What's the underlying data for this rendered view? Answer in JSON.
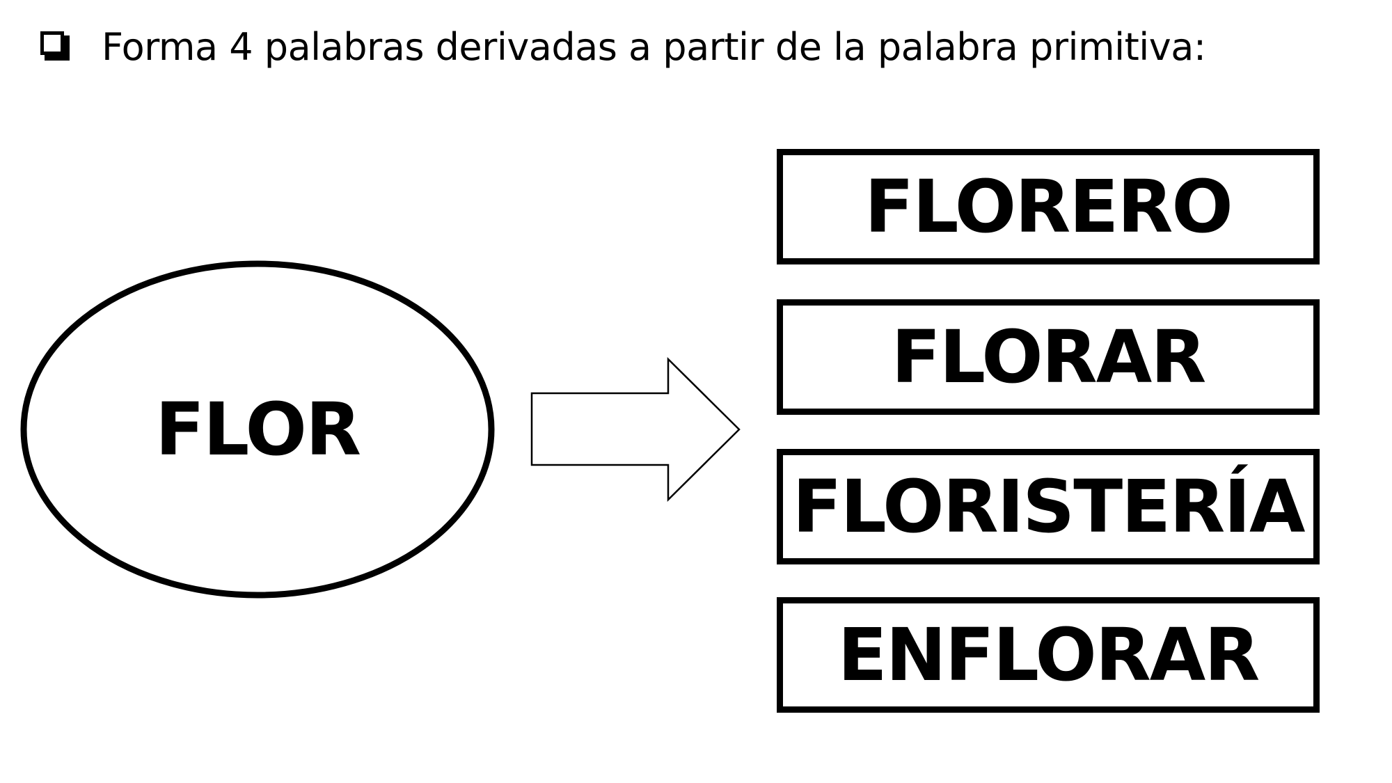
{
  "instruction": {
    "icon": "checkbox-icon",
    "text": "Forma 4 palabras derivadas a partir de la palabra primitiva:"
  },
  "primitive_word": "FLOR",
  "arrow_icon": "right-arrow-icon",
  "derived_words": [
    "FLORERO",
    "FLORAR",
    "FLORISTERÍA",
    "ENFLORAR"
  ],
  "colors": {
    "background": "#ffffff",
    "stroke": "#000000",
    "text": "#000000"
  }
}
